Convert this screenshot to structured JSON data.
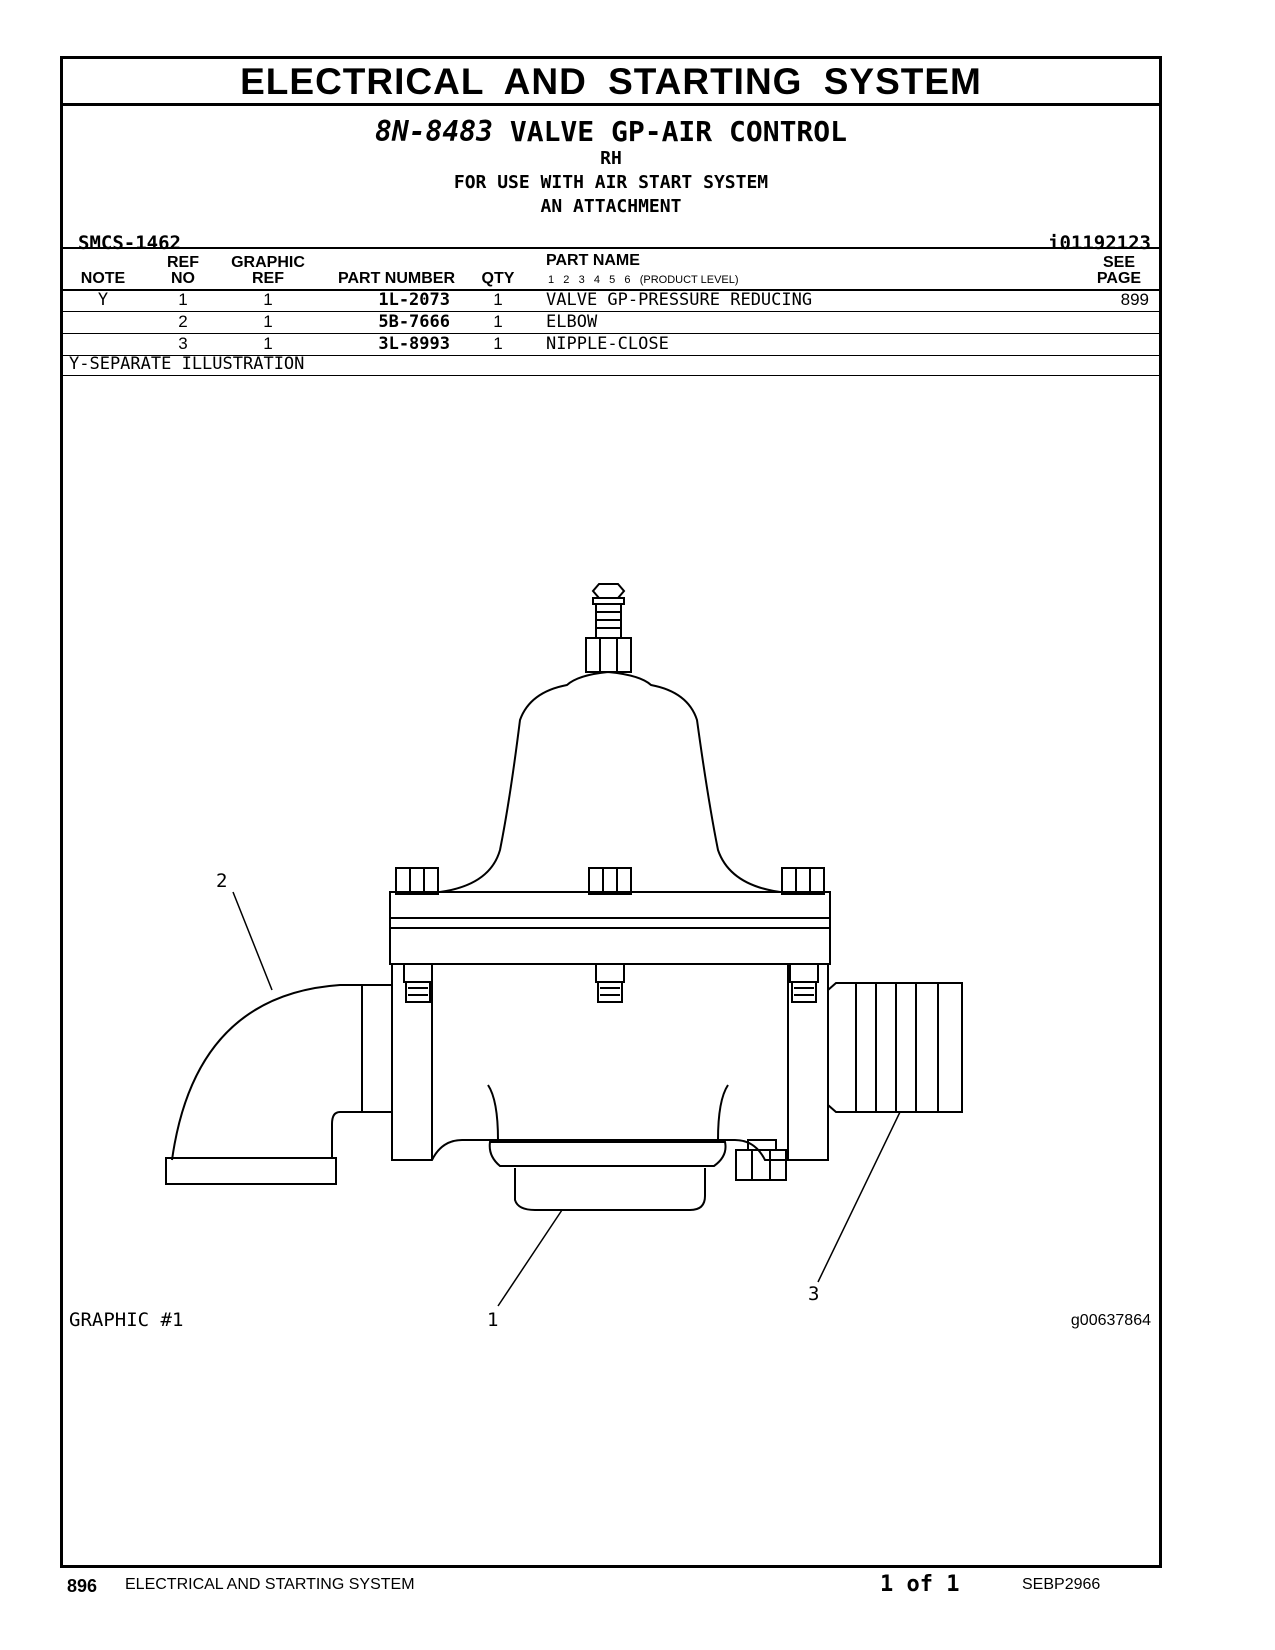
{
  "section_title": "ELECTRICAL AND STARTING SYSTEM",
  "group": {
    "part_number": "8N-8483",
    "name": "VALVE GP-AIR CONTROL",
    "lines": [
      "RH",
      "FOR USE WITH AIR START SYSTEM",
      "AN ATTACHMENT"
    ]
  },
  "smcs": "SMCS-1462",
  "info_id": "i01192123",
  "table": {
    "headers": {
      "note": "NOTE",
      "ref_top": "REF",
      "ref_bottom": "NO",
      "graphic_top": "GRAPHIC",
      "graphic_bottom": "REF",
      "part_number": "PART NUMBER",
      "qty": "QTY",
      "part_name": "PART NAME",
      "product_levels": "1   2   3   4   5   6   (PRODUCT LEVEL)",
      "see_top": "SEE",
      "see_bottom": "PAGE"
    },
    "rows": [
      {
        "note": "Y",
        "ref": "1",
        "graphic": "1",
        "part_number": "1L-2073",
        "qty": "1",
        "name": "VALVE GP-PRESSURE REDUCING",
        "see_page": "899"
      },
      {
        "note": "",
        "ref": "2",
        "graphic": "1",
        "part_number": "5B-7666",
        "qty": "1",
        "name": "ELBOW",
        "see_page": ""
      },
      {
        "note": "",
        "ref": "3",
        "graphic": "1",
        "part_number": "3L-8993",
        "qty": "1",
        "name": "NIPPLE-CLOSE",
        "see_page": ""
      }
    ]
  },
  "footnote": "Y-SEPARATE ILLUSTRATION",
  "graphic": {
    "label": "GRAPHIC #1",
    "id": "g00637864",
    "callouts": {
      "c1": "1",
      "c2": "2",
      "c3": "3"
    }
  },
  "footer": {
    "page_number": "896",
    "section": "ELECTRICAL AND STARTING SYSTEM",
    "page_of": "1 of 1",
    "doc_id": "SEBP2966"
  }
}
